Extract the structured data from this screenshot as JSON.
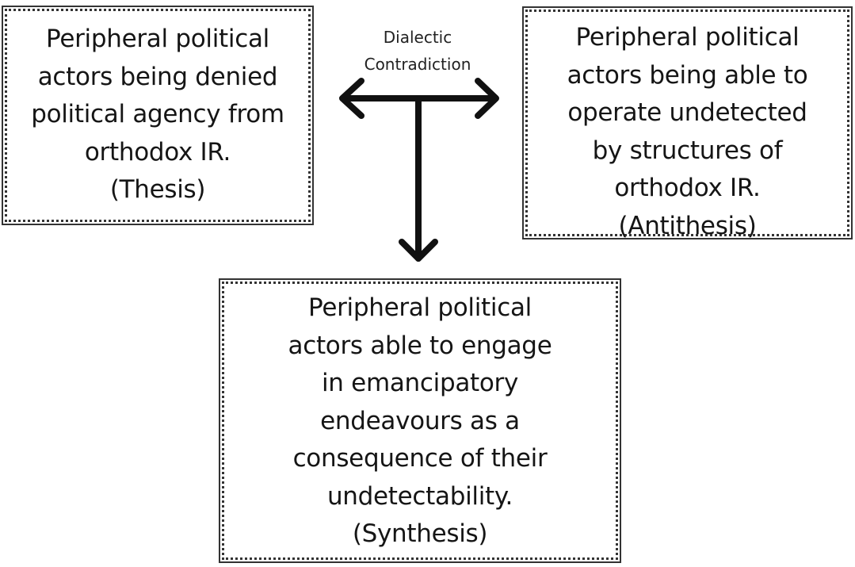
{
  "diagram": {
    "title": "Dialectic of peripheral political actors",
    "connector_label": [
      "Dialectic",
      "Contradiction"
    ],
    "boxes": {
      "thesis": {
        "lines": [
          "Peripheral political",
          "actors being denied",
          "political agency from",
          "orthodox IR.",
          "(Thesis)"
        ],
        "role": "Thesis"
      },
      "antithesis": {
        "lines": [
          "Peripheral political",
          "actors being able to",
          "operate undetected",
          "by structures of",
          "orthodox IR.",
          "(Antithesis)"
        ],
        "role": "Antithesis"
      },
      "synthesis": {
        "lines": [
          "Peripheral political",
          "actors able to engage",
          "in emancipatory",
          "endeavours as a",
          "consequence of their",
          "undetectability.",
          "(Synthesis)"
        ],
        "role": "Synthesis"
      }
    },
    "arrows": [
      {
        "from": "junction",
        "to": "thesis",
        "style": "open-chevron"
      },
      {
        "from": "junction",
        "to": "antithesis",
        "style": "open-chevron"
      },
      {
        "from": "junction",
        "to": "synthesis",
        "style": "open-chevron"
      }
    ],
    "colors": {
      "stroke": "#111111",
      "border": "#333333",
      "background": "#ffffff",
      "text": "#151515"
    }
  }
}
